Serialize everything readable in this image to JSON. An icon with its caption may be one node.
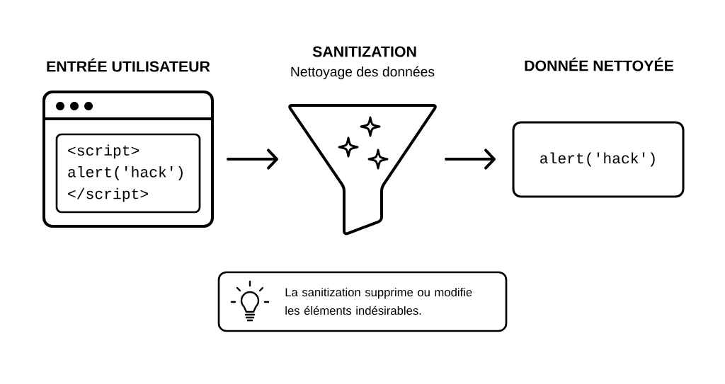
{
  "diagram": {
    "nodes": [
      {
        "text": [
          "ENTRÉE UTILISATEUR"
        ]
      },
      {
        "text": [
          "<script> alert('hack') </script>"
        ],
        "in": 0
      },
      {
        "text": [
          "SANITIZATION",
          "Nettoyage des données"
        ]
      },
      {
        "text": [
          "DONNÉE NETTOYÉE",
          "alert('hack')"
        ]
      },
      {
        "text": [
          "La sanitization supprime ou modifie les éléments indésirables."
        ]
      }
    ],
    "edges": [
      {
        "from": 0,
        "to": 2,
        "arrow": "to"
      },
      {
        "from": 2,
        "to": 3,
        "arrow": "to"
      }
    ]
  }
}
